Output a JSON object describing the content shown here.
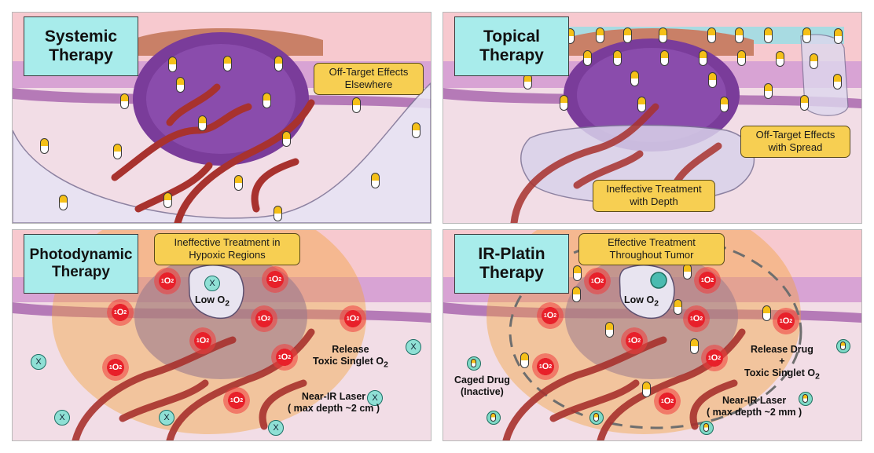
{
  "panels": {
    "systemic": {
      "title_1": "Systemic",
      "title_2": "Therapy",
      "callout_1": "Off-Target Effects",
      "callout_2": "Elsewhere"
    },
    "topical": {
      "title_1": "Topical",
      "title_2": "Therapy",
      "callout_spread_1": "Off-Target Effects",
      "callout_spread_2": "with Spread",
      "callout_depth_1": "Ineffective Treatment",
      "callout_depth_2": "with Depth"
    },
    "photodynamic": {
      "title_1": "Photodynamic",
      "title_2": "Therapy",
      "callout_1": "Ineffective Treatment in",
      "callout_2": "Hypoxic Regions",
      "low_o2": "Low O",
      "low_o2_sub": "2",
      "release_1": "Release",
      "release_2": "Toxic Singlet O",
      "release_sub": "2",
      "laser_1": "Near-IR Laser",
      "laser_2": "( max depth ~2 cm )",
      "x_symbol": "X",
      "singlet_sup": "1",
      "singlet_o": "O",
      "singlet_sub": "2"
    },
    "irplatin": {
      "title_1": "IR-Platin",
      "title_2": "Therapy",
      "callout_1": "Effective Treatment",
      "callout_2": "Throughout Tumor",
      "low_o2": "Low O",
      "low_o2_sub": "2",
      "release_1": "Release Drug",
      "release_plus": "+",
      "release_2": "Toxic Singlet O",
      "release_sub": "2",
      "laser_1": "Near-IR Laser",
      "laser_2": "( max depth ~2 mm )",
      "caged_1": "Caged Drug",
      "caged_2": "(Inactive)"
    }
  },
  "colors": {
    "title_fill": "#a8eceb",
    "callout_fill": "#f7cf52",
    "tumor": "#7a3c9a",
    "vessel": "#a8322e",
    "singlet_oxygen": "#e8202a",
    "laser_glow": "#f4a33a"
  }
}
